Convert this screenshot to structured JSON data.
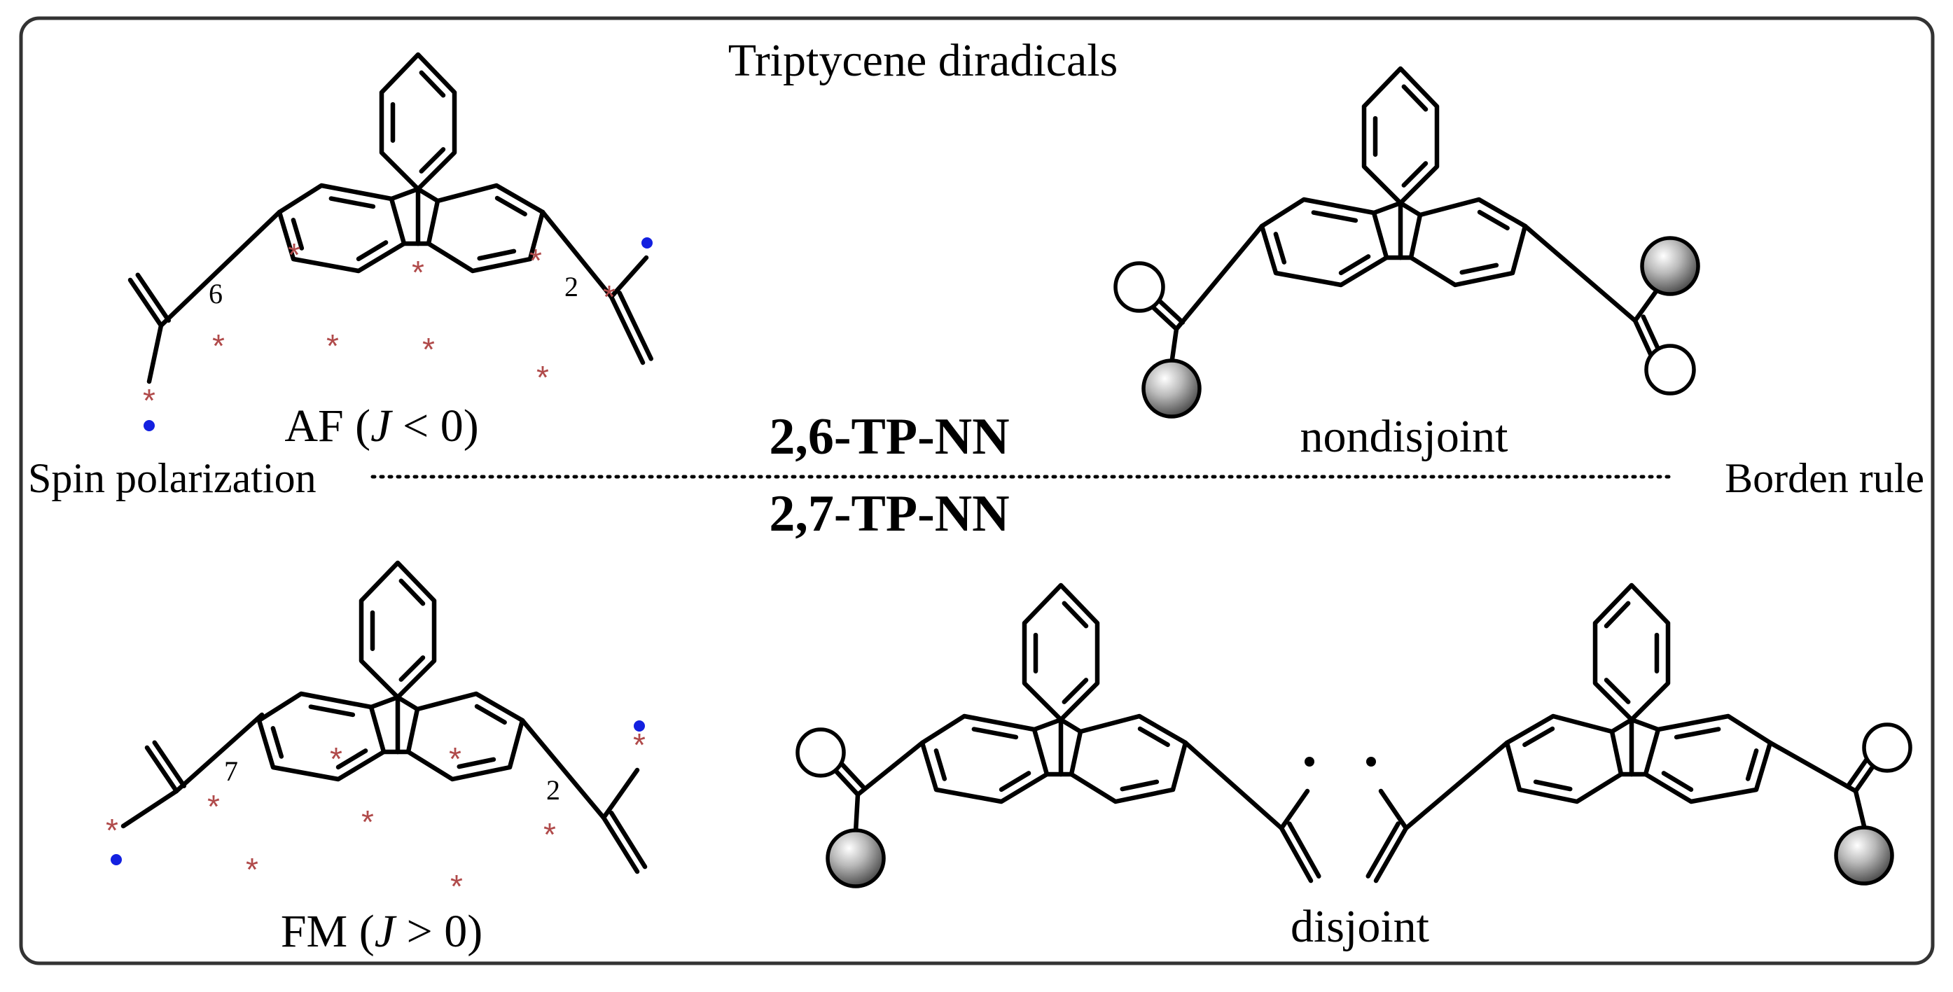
{
  "title": "Triptycene diradicals",
  "axis": {
    "left_label": "Spin polarization",
    "right_label": "Borden rule"
  },
  "compounds": {
    "top": "2,6-TP-NN",
    "bottom": "2,7-TP-NN"
  },
  "panels": {
    "top_left": {
      "label": "AF (J < 0)",
      "label_prefix": "AF (",
      "label_var": "J",
      "label_suffix": " < 0)",
      "position_labels": [
        "6",
        "2"
      ]
    },
    "bottom_left": {
      "label": "FM (J > 0)",
      "label_prefix": "FM (",
      "label_var": "J",
      "label_suffix": " > 0)",
      "position_labels": [
        "7",
        "2"
      ]
    },
    "top_right": {
      "label": "nondisjoint"
    },
    "bottom_right": {
      "label": "disjoint"
    }
  },
  "colors": {
    "spin_star": "#b04a4a",
    "radical_dot": "#1320e0",
    "frame": "#333333"
  },
  "symbols": {
    "spin_star": "*"
  }
}
